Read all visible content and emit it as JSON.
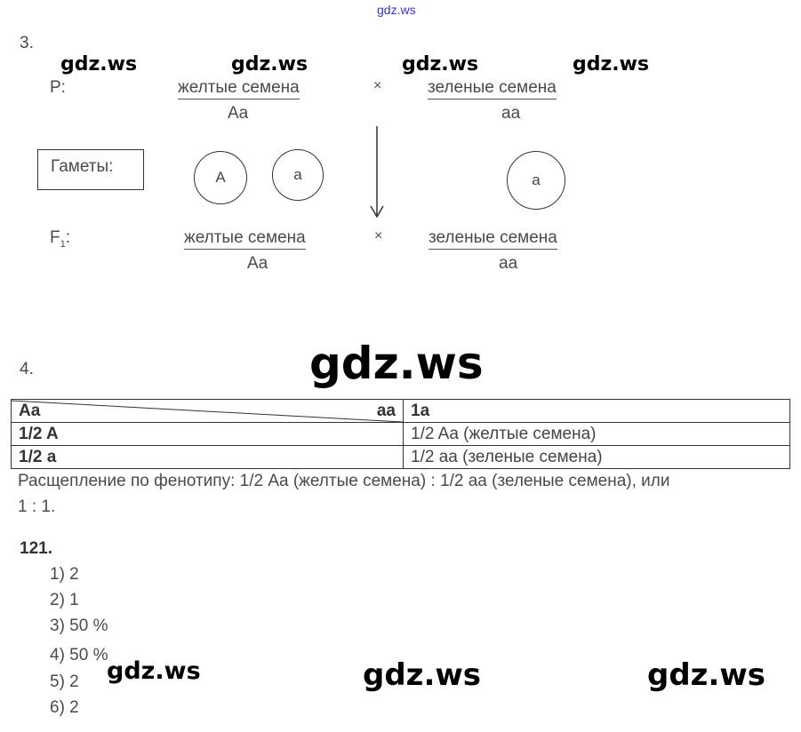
{
  "watermark_top": "gdz.ws",
  "watermark": "gdz.ws",
  "task3": {
    "number": "3.",
    "p_label": "P:",
    "p_left": "желтые семена",
    "p_left_gen": "Aa",
    "cross": "×",
    "p_right": "зеленые семена",
    "p_right_gen": "aa",
    "gametes_label": "Гаметы:",
    "gametes": [
      "A",
      "a",
      "a"
    ],
    "f1_label": "F",
    "f1_sub": "1",
    "f1_colon": ":",
    "f1_left": "желтые семена",
    "f1_left_gen": "Aa",
    "f1_right": "зеленые семена",
    "f1_right_gen": "aa"
  },
  "task4": {
    "number": "4.",
    "table": {
      "header_left": "Aa",
      "header_diag": "aa",
      "header_right": "1a",
      "rows": [
        [
          "1/2 A",
          "1/2 Aa (желтые семена)"
        ],
        [
          "1/2 a",
          "1/2 aa (зеленые семена)"
        ]
      ]
    },
    "text_line1": "Расщепление по фенотипу: 1/2 Aa (желтые семена) : 1/2 aa (зеленые семена), или",
    "text_line2": "1 : 1."
  },
  "task121": {
    "number": "121.",
    "answers": [
      "1) 2",
      "2) 1",
      "3) 50 %",
      "4) 50 %",
      "5) 2",
      "6) 2"
    ]
  }
}
